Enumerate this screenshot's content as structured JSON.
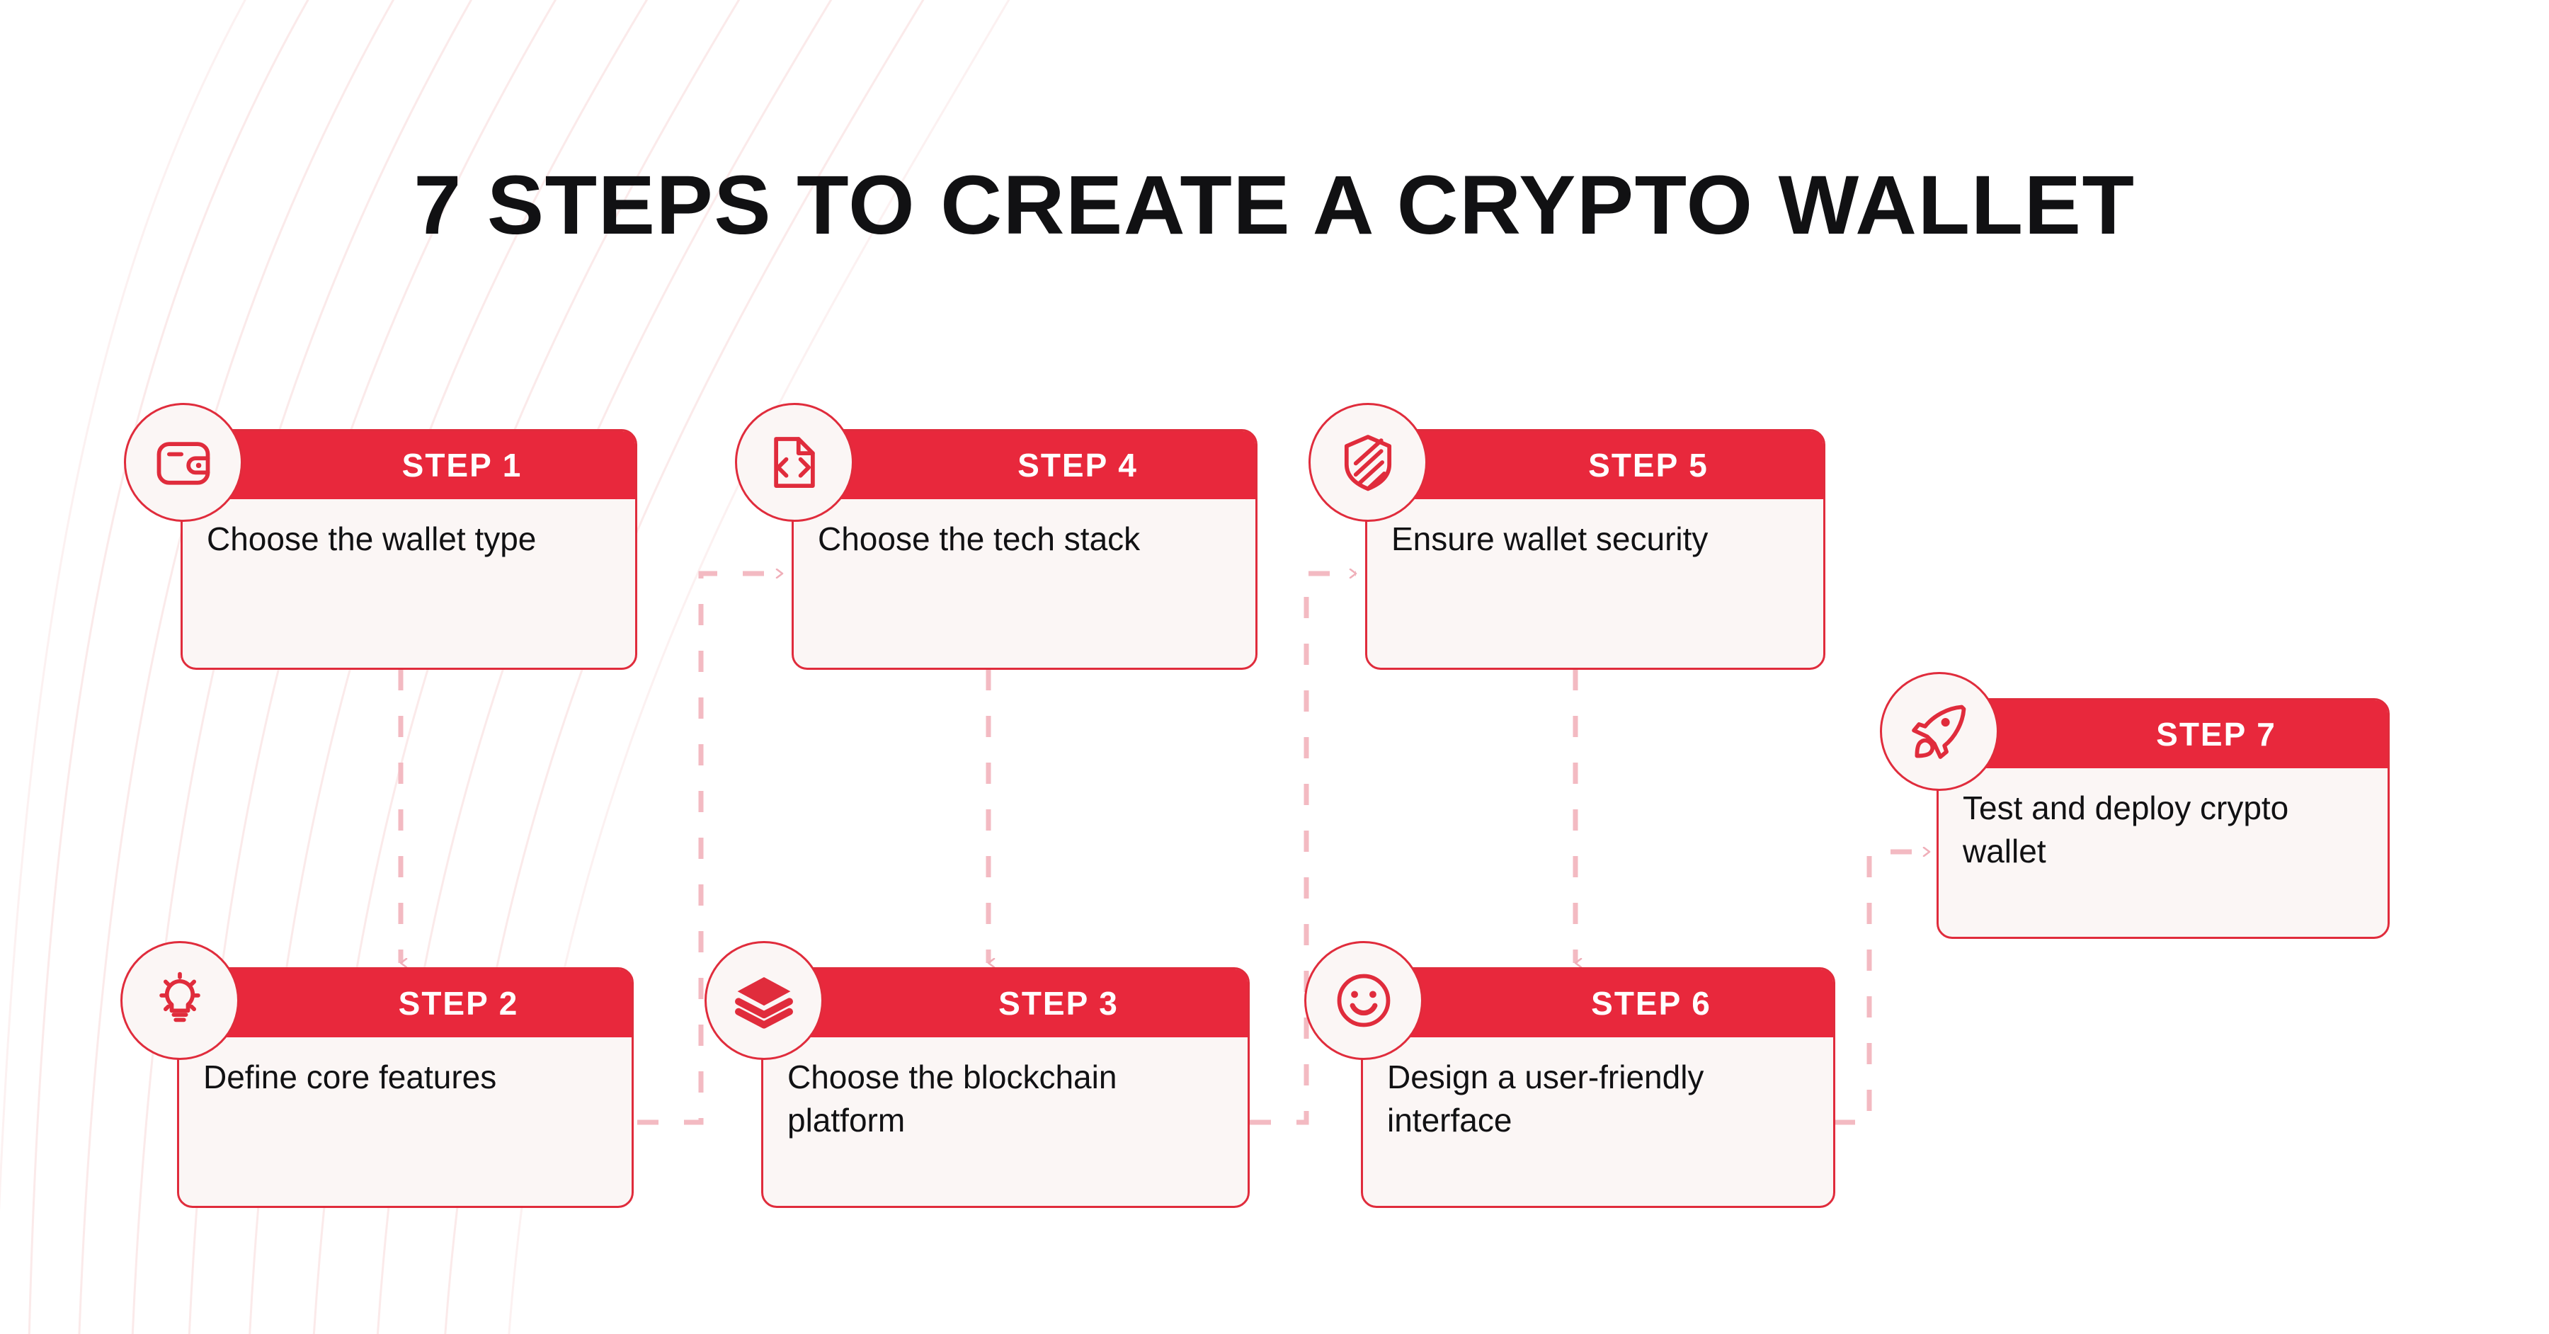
{
  "title": "7 STEPS TO CREATE A CRYPTO WALLET",
  "theme": {
    "accent_red": "#E8283C",
    "card_border": "#E02C3C",
    "card_bg": "#FBF6F5",
    "connector": "#F3B9C0",
    "background": "#FFFFFF",
    "text": "#111113",
    "head_text": "#FFFFFF",
    "bg_line": "#FBEEEE"
  },
  "steps": [
    {
      "id": 1,
      "label": "STEP 1",
      "text": "Choose the wallet type",
      "icon": "wallet-icon"
    },
    {
      "id": 2,
      "label": "STEP 2",
      "text": "Define core features",
      "icon": "lightbulb-icon"
    },
    {
      "id": 3,
      "label": "STEP 3",
      "text": "Choose the blockchain platform",
      "icon": "layers-icon"
    },
    {
      "id": 4,
      "label": "STEP 4",
      "text": "Choose the tech stack",
      "icon": "code-file-icon"
    },
    {
      "id": 5,
      "label": "STEP 5",
      "text": "Ensure wallet security",
      "icon": "shield-icon"
    },
    {
      "id": 6,
      "label": "STEP 6",
      "text": "Design a user-friendly interface",
      "icon": "smiley-face-icon"
    },
    {
      "id": 7,
      "label": "STEP 7",
      "text": "Test and deploy crypto wallet",
      "icon": "rocket-icon"
    }
  ],
  "flow": [
    {
      "from": 1,
      "to": 2,
      "shape": "down"
    },
    {
      "from": 2,
      "to": 4,
      "shape": "right-up-right"
    },
    {
      "from": 4,
      "to": 3,
      "shape": "down"
    },
    {
      "from": 3,
      "to": 5,
      "shape": "right-up-right"
    },
    {
      "from": 5,
      "to": 6,
      "shape": "down"
    },
    {
      "from": 6,
      "to": 7,
      "shape": "right-up-right"
    }
  ]
}
